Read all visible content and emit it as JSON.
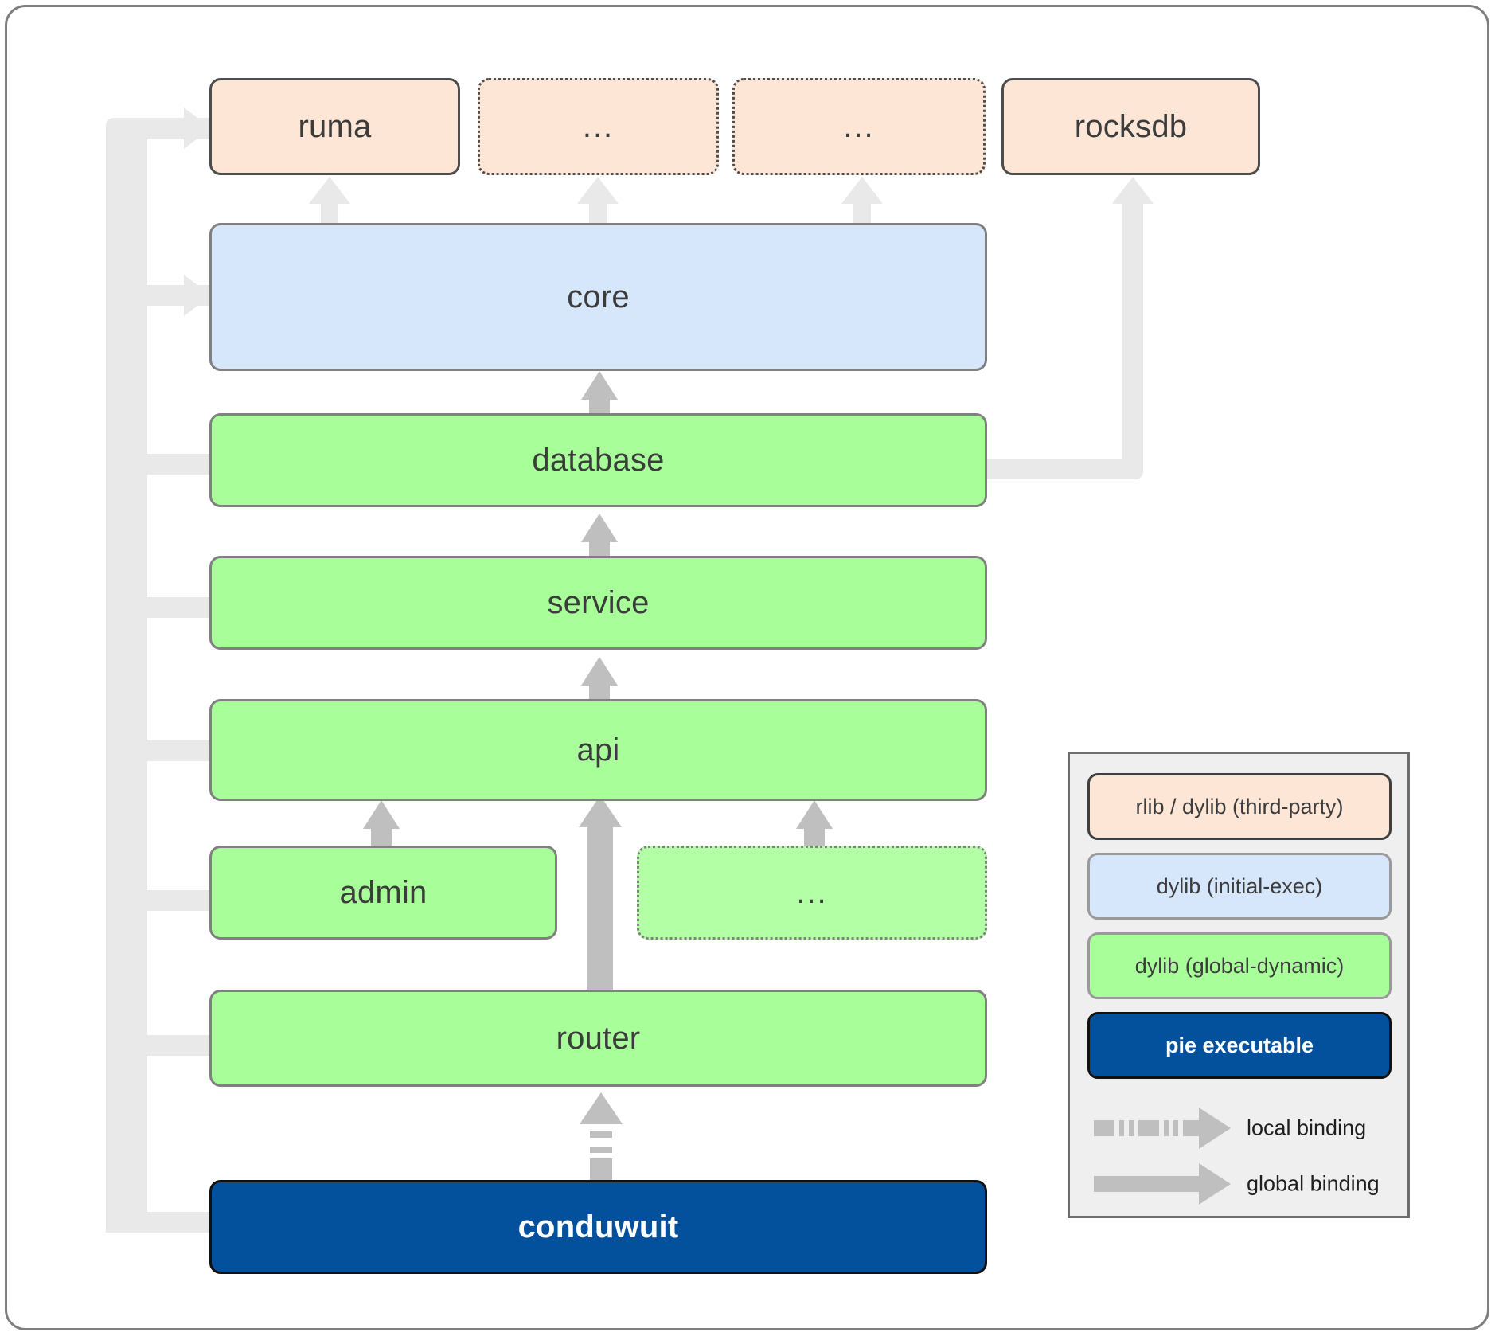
{
  "diagram": {
    "title": "conduwuit crate dependency / linkage diagram",
    "nodes": [
      {
        "id": "ruma",
        "label": "ruma",
        "kind": "rlib-dylib-third-party",
        "style": "solid"
      },
      {
        "id": "ellipsis1",
        "label": "...",
        "kind": "rlib-dylib-third-party",
        "style": "dotted"
      },
      {
        "id": "ellipsis2",
        "label": "...",
        "kind": "rlib-dylib-third-party",
        "style": "dotted"
      },
      {
        "id": "rocksdb",
        "label": "rocksdb",
        "kind": "rlib-dylib-third-party",
        "style": "solid"
      },
      {
        "id": "core",
        "label": "core",
        "kind": "dylib-initial-exec",
        "style": "solid"
      },
      {
        "id": "database",
        "label": "database",
        "kind": "dylib-global-dynamic",
        "style": "solid"
      },
      {
        "id": "service",
        "label": "service",
        "kind": "dylib-global-dynamic",
        "style": "solid"
      },
      {
        "id": "api",
        "label": "api",
        "kind": "dylib-global-dynamic",
        "style": "solid"
      },
      {
        "id": "admin",
        "label": "admin",
        "kind": "dylib-global-dynamic",
        "style": "solid"
      },
      {
        "id": "ellipsis3",
        "label": "...",
        "kind": "dylib-global-dynamic",
        "style": "dotted"
      },
      {
        "id": "router",
        "label": "router",
        "kind": "dylib-global-dynamic",
        "style": "solid"
      },
      {
        "id": "conduwuit",
        "label": "conduwuit",
        "kind": "pie-executable",
        "style": "solid"
      }
    ],
    "edges": [
      {
        "from": "core",
        "to": "ruma",
        "binding": "global"
      },
      {
        "from": "core",
        "to": "ellipsis1",
        "binding": "global"
      },
      {
        "from": "core",
        "to": "ellipsis2",
        "binding": "global"
      },
      {
        "from": "database",
        "to": "rocksdb",
        "binding": "global"
      },
      {
        "from": "database",
        "to": "core",
        "binding": "global"
      },
      {
        "from": "service",
        "to": "database",
        "binding": "global"
      },
      {
        "from": "api",
        "to": "service",
        "binding": "global"
      },
      {
        "from": "admin",
        "to": "api",
        "binding": "global"
      },
      {
        "from": "ellipsis3",
        "to": "api",
        "binding": "global"
      },
      {
        "from": "router",
        "to": "api",
        "binding": "global"
      },
      {
        "from": "conduwuit",
        "to": "router",
        "binding": "local"
      },
      {
        "from": "conduwuit",
        "to": "ruma",
        "binding": "global"
      },
      {
        "from": "conduwuit",
        "to": "core",
        "binding": "global"
      },
      {
        "from": "conduwuit",
        "to": "database",
        "binding": "global"
      },
      {
        "from": "conduwuit",
        "to": "service",
        "binding": "global"
      },
      {
        "from": "conduwuit",
        "to": "api",
        "binding": "global"
      },
      {
        "from": "conduwuit",
        "to": "admin",
        "binding": "global"
      },
      {
        "from": "conduwuit",
        "to": "router",
        "binding": "global"
      }
    ]
  },
  "legend": {
    "entries": [
      {
        "label": "rlib / dylib (third-party)",
        "color": "#fde6d6",
        "text_color": "#3c3c3c"
      },
      {
        "label": "dylib (initial-exec)",
        "color": "#d6e6fb",
        "text_color": "#3c3c3c"
      },
      {
        "label": "dylib (global-dynamic)",
        "color": "#a8ff9a",
        "text_color": "#3c3c3c"
      },
      {
        "label": "pie executable",
        "color": "#03519c",
        "text_color": "#ffffff"
      }
    ],
    "arrows": [
      {
        "label": "local binding",
        "style": "dashed",
        "color": "#bfbfbf"
      },
      {
        "label": "global binding",
        "style": "solid",
        "color": "#bfbfbf"
      }
    ]
  },
  "colors": {
    "peach": "#fde6d6",
    "light_blue": "#d6e6fb",
    "green": "#a8ff9a",
    "green_light": "#b3ffa6",
    "navy": "#03519c",
    "bus_gray": "#e9e9e9",
    "arrow_gray": "#bfbfbf",
    "frame_border": "#7f7f7f",
    "legend_bg": "#efefef"
  }
}
